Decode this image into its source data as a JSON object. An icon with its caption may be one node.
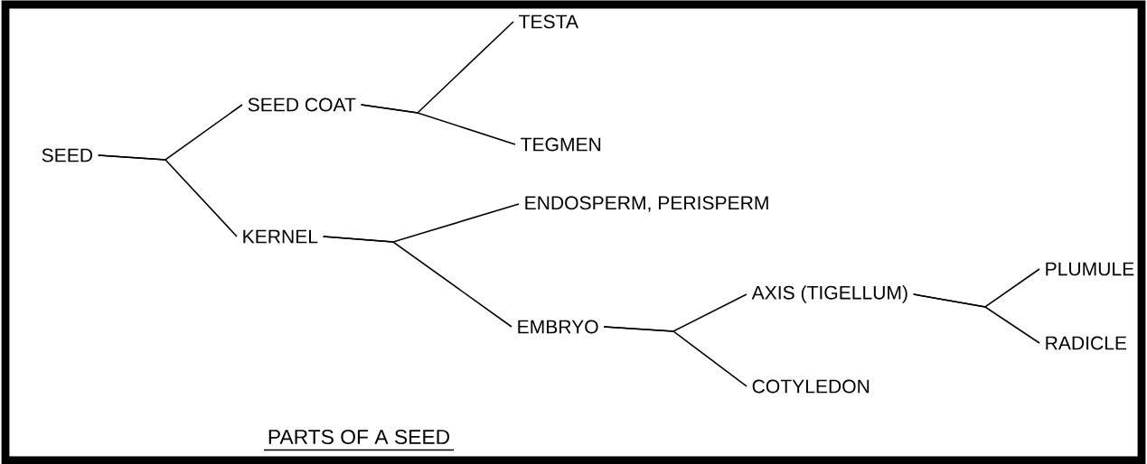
{
  "diagram": {
    "title": "PARTS OF A SEED",
    "nodes": [
      {
        "text": [
          "SEED"
        ]
      },
      {
        "text": [
          "SEED COAT"
        ]
      },
      {
        "text": [
          "TESTA"
        ]
      },
      {
        "text": [
          "TEGMEN"
        ]
      },
      {
        "text": [
          "KERNEL"
        ]
      },
      {
        "text": [
          "ENDOSPERM, PERISPERM"
        ]
      },
      {
        "text": [
          "EMBRYO"
        ]
      },
      {
        "text": [
          "AXIS (TIGELLUM)"
        ]
      },
      {
        "text": [
          "COTYLEDON"
        ]
      },
      {
        "text": [
          "PLUMULE"
        ]
      },
      {
        "text": [
          "RADICLE"
        ]
      }
    ],
    "edges": [
      {
        "from": 0,
        "to": 1,
        "arrow": "none"
      },
      {
        "from": 0,
        "to": 4,
        "arrow": "none"
      },
      {
        "from": 1,
        "to": 2,
        "arrow": "none"
      },
      {
        "from": 1,
        "to": 3,
        "arrow": "none"
      },
      {
        "from": 4,
        "to": 5,
        "arrow": "none"
      },
      {
        "from": 4,
        "to": 6,
        "arrow": "none"
      },
      {
        "from": 6,
        "to": 7,
        "arrow": "none"
      },
      {
        "from": 6,
        "to": 8,
        "arrow": "none"
      },
      {
        "from": 7,
        "to": 9,
        "arrow": "none"
      },
      {
        "from": 7,
        "to": 10,
        "arrow": "none"
      }
    ]
  }
}
